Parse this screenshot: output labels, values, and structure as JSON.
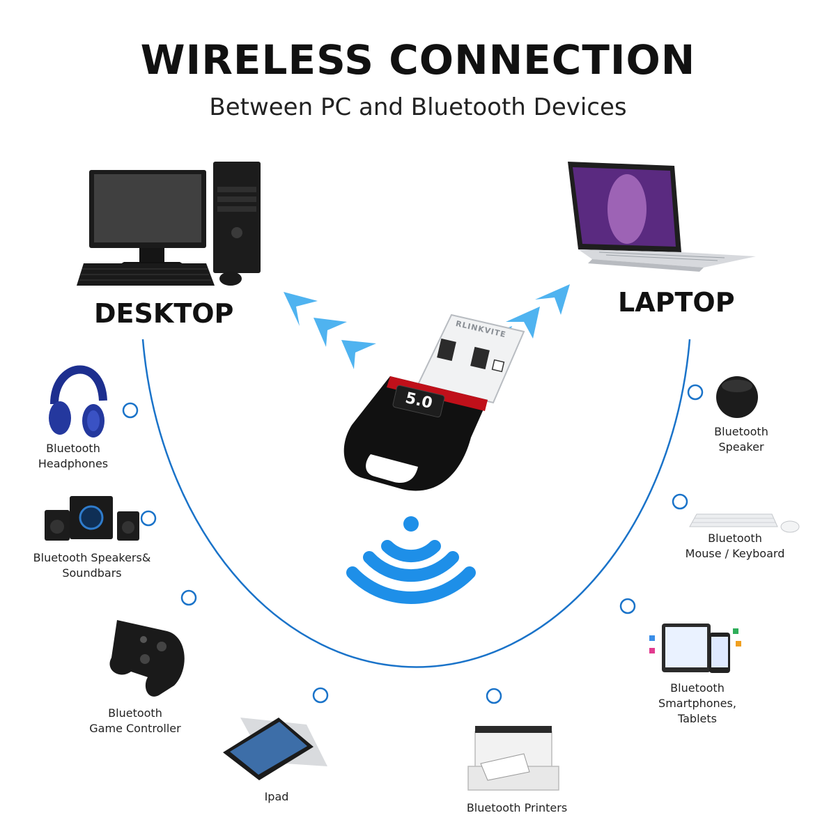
{
  "header": {
    "title": "WIRELESS CONNECTION",
    "subtitle": "Between PC and Bluetooth Devices"
  },
  "primary_devices": {
    "desktop": "DESKTOP",
    "laptop": "LAPTOP"
  },
  "dongle": {
    "version": "5.0",
    "brand": "RLINKVITE",
    "body_color": "#111111",
    "accent_color": "#c0101a"
  },
  "devices": {
    "headphones": [
      "Bluetooth",
      "Headphones"
    ],
    "speakers": [
      "Bluetooth Speakers&",
      "Soundbars"
    ],
    "controller": [
      "Bluetooth",
      "Game Controller"
    ],
    "ipad": [
      "Ipad"
    ],
    "printers": [
      "Bluetooth Printers"
    ],
    "smartphones": [
      "Bluetooth",
      "Smartphones,",
      "Tablets"
    ],
    "mouse_keyboard": [
      "Bluetooth",
      "Mouse / Keyboard"
    ],
    "speaker": [
      "Bluetooth",
      "Speaker"
    ]
  },
  "colors": {
    "accent_blue": "#1a73c9",
    "signal_blue": "#1e8fe8",
    "arrow_blue": "#4fb3f0"
  },
  "icons": [
    "desktop-computer-icon",
    "laptop-icon",
    "headphones-icon",
    "speakers-soundbar-icon",
    "game-controller-icon",
    "ipad-icon",
    "printer-icon",
    "smartphone-tablet-icon",
    "keyboard-mouse-icon",
    "round-speaker-icon",
    "wifi-signal-icon",
    "signal-arrow-icon",
    "usb-dongle-icon"
  ]
}
